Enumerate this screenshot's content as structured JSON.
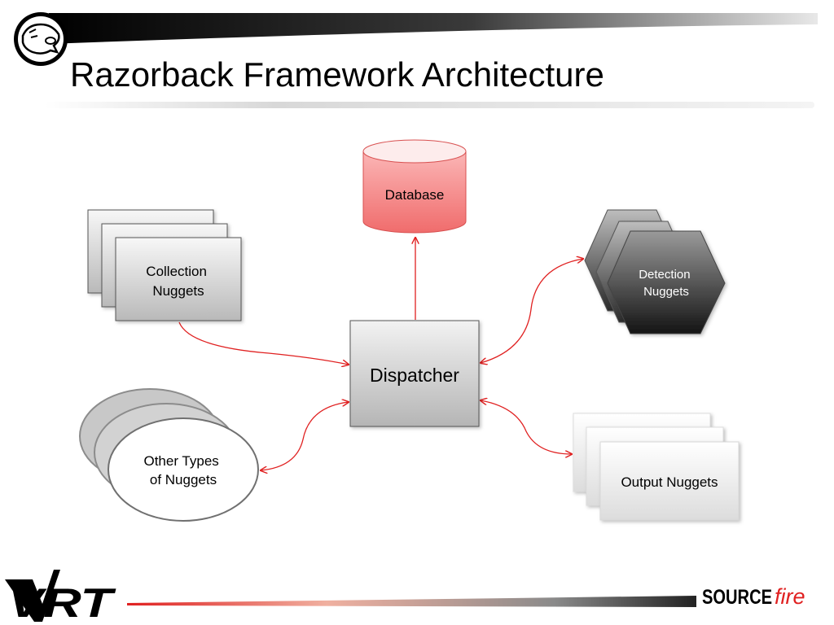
{
  "slide": {
    "title": "Razorback Framework Architecture"
  },
  "diagram": {
    "nodes": {
      "database": "Database",
      "dispatcher": "Dispatcher",
      "collection": [
        "Collection",
        "Nuggets"
      ],
      "detection": [
        "Detection",
        "Nuggets"
      ],
      "other": [
        "Other Types",
        "of Nuggets"
      ],
      "output": "Output Nuggets"
    },
    "colors": {
      "arrow": "#e02020",
      "database_fill": "#f58a8a",
      "database_top": "#fdeaea",
      "detection_fill": "#303030",
      "title_text": "#000000"
    }
  },
  "footer": {
    "left_logo": "VRT",
    "right_logo_main": "SOURCE",
    "right_logo_script": "fire"
  }
}
